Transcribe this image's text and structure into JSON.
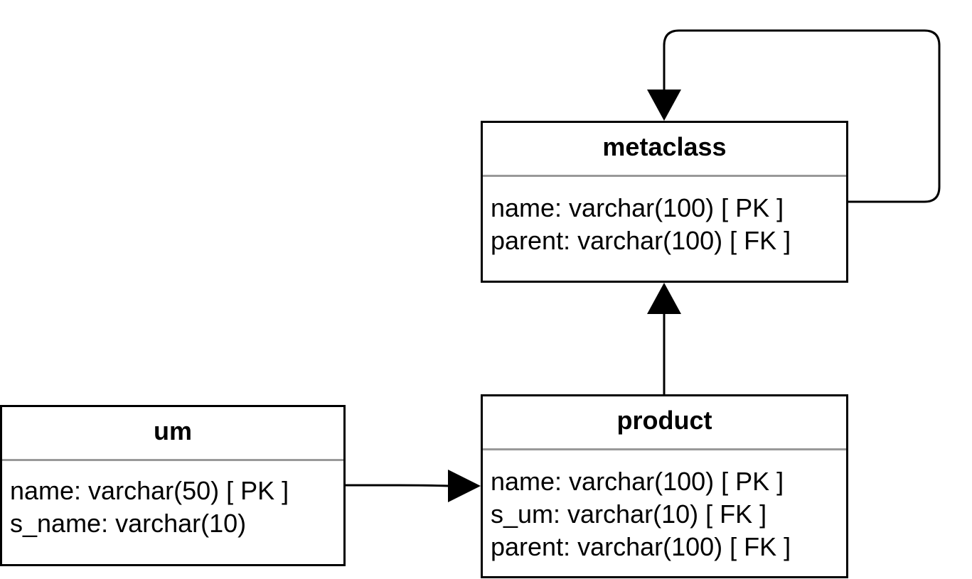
{
  "entities": {
    "metaclass": {
      "title": "metaclass",
      "fields": [
        "name: varchar(100) [ PK ]",
        "parent: varchar(100) [ FK ]"
      ]
    },
    "product": {
      "title": "product",
      "fields": [
        "name: varchar(100) [ PK ]",
        "s_um: varchar(10) [ FK ]",
        "parent: varchar(100) [ FK ]"
      ]
    },
    "um": {
      "title": "um",
      "fields": [
        "name: varchar(50) [ PK ]",
        "s_name: varchar(10)"
      ]
    }
  },
  "relationships": [
    {
      "from": "metaclass",
      "to": "metaclass",
      "label": ""
    },
    {
      "from": "product",
      "to": "metaclass",
      "label": ""
    },
    {
      "from": "um",
      "to": "product",
      "label": ""
    }
  ],
  "colors": {
    "stroke": "#000000",
    "divider": "#999999",
    "background": "#ffffff"
  }
}
